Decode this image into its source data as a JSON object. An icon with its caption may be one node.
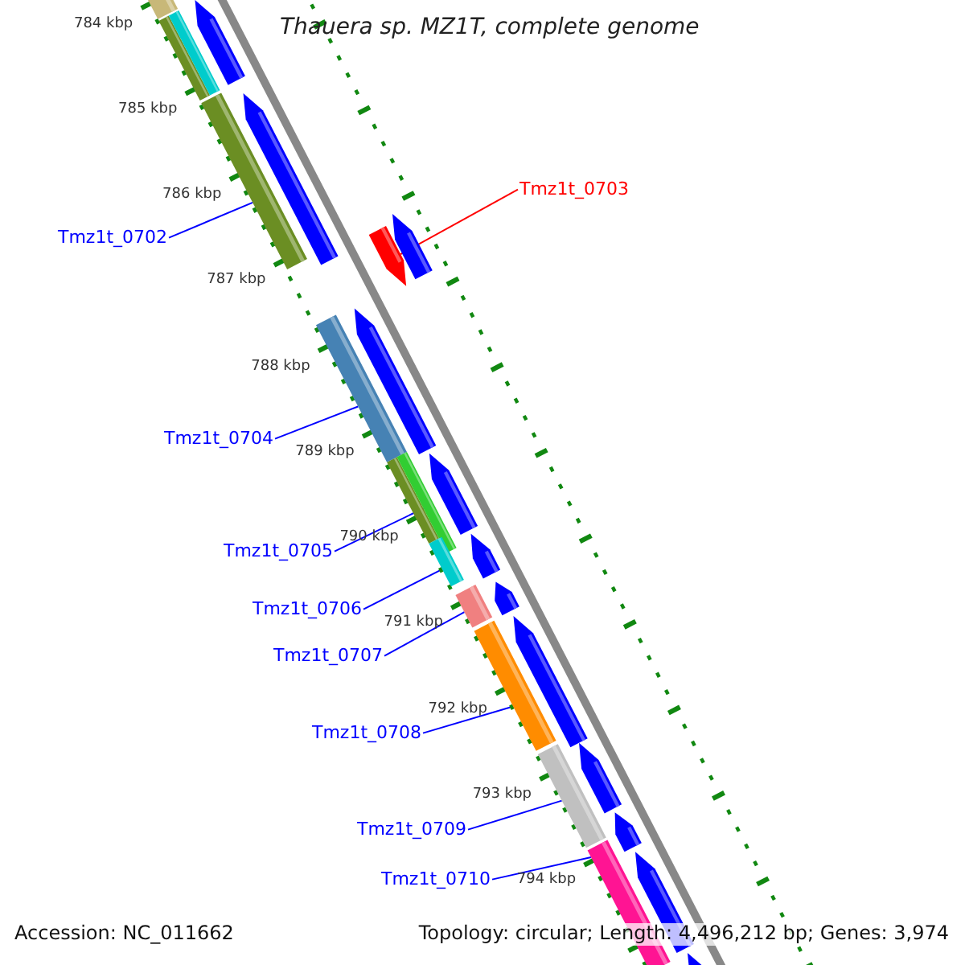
{
  "diagram": {
    "title": "Thauera sp. MZ1T, complete genome",
    "nodes": [
      {
        "text": [
          "Tmz1t_0703"
        ]
      },
      {
        "text": [
          "Tmz1t_0702"
        ]
      },
      {
        "text": [
          "Tmz1t_0704"
        ]
      },
      {
        "text": [
          "Tmz1t_0705"
        ]
      },
      {
        "text": [
          "Tmz1t_0706"
        ]
      },
      {
        "text": [
          "Tmz1t_0707"
        ]
      },
      {
        "text": [
          "Tmz1t_0708"
        ]
      },
      {
        "text": [
          "Tmz1t_0709"
        ]
      },
      {
        "text": [
          "Tmz1t_0710"
        ]
      },
      {
        "text": [],
        "shape": "bar"
      },
      {
        "text": [],
        "shape": "bar"
      },
      {
        "text": [],
        "shape": "bar"
      },
      {
        "text": [],
        "shape": "bar"
      },
      {
        "text": [],
        "shape": "bar"
      },
      {
        "text": [],
        "shape": "bar"
      },
      {
        "text": [],
        "shape": "bar"
      },
      {
        "text": [],
        "shape": "bar"
      },
      {
        "text": [],
        "shape": "bar"
      }
    ],
    "edges": [
      {
        "from": 0,
        "to": 9,
        "arrow": "none",
        "color": "#ff0000"
      },
      {
        "from": 1,
        "to": 10,
        "arrow": "none"
      },
      {
        "from": 2,
        "to": 11,
        "arrow": "none"
      },
      {
        "from": 3,
        "to": 12,
        "arrow": "none"
      },
      {
        "from": 4,
        "to": 13,
        "arrow": "none"
      },
      {
        "from": 5,
        "to": 14,
        "arrow": "none"
      },
      {
        "from": 6,
        "to": 15,
        "arrow": "none"
      },
      {
        "from": 7,
        "to": 16,
        "arrow": "none"
      },
      {
        "from": 8,
        "to": 17,
        "arrow": "none"
      }
    ],
    "labels": [
      "784 kbp",
      "785 kbp",
      "786 kbp",
      "787 kbp",
      "788 kbp",
      "789 kbp",
      "790 kbp",
      "791 kbp",
      "792 kbp",
      "793 kbp",
      "794 kbp",
      "Accession: NC_011662",
      "Topology: circular; Length: 4,496,212 bp; Genes: 3,974"
    ]
  }
}
